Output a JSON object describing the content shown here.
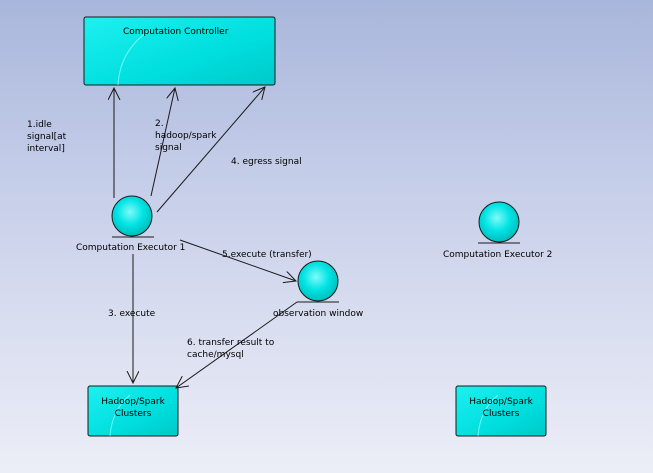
{
  "nodes": {
    "controller": {
      "label": "Computation Controller"
    },
    "executor1": {
      "label": "Computation Executor 1"
    },
    "executor2": {
      "label": "Computation Executor 2"
    },
    "observation": {
      "label": "observation window"
    },
    "cluster1": {
      "line1": "Hadoop/Spark",
      "line2": "Clusters"
    },
    "cluster2": {
      "line1": "Hadoop/Spark",
      "line2": "Clusters"
    }
  },
  "edges": {
    "idle": {
      "line1": "1.idle",
      "line2": "signal[at",
      "line3": "interval]"
    },
    "hadoop_spark": {
      "line1": "2.",
      "line2": "hadoop/spark",
      "line3": "signal"
    },
    "execute": {
      "label": "3. execute"
    },
    "egress": {
      "label": "4. egress signal"
    },
    "transfer": {
      "label": "5.execute (transfer)"
    },
    "result": {
      "line1": "6. transfer result to",
      "line2": "cache/mysql"
    }
  },
  "colors": {
    "node_fill": "#00e5e5",
    "node_highlight": "#c8ffff",
    "outline": "#1a1a1a"
  }
}
